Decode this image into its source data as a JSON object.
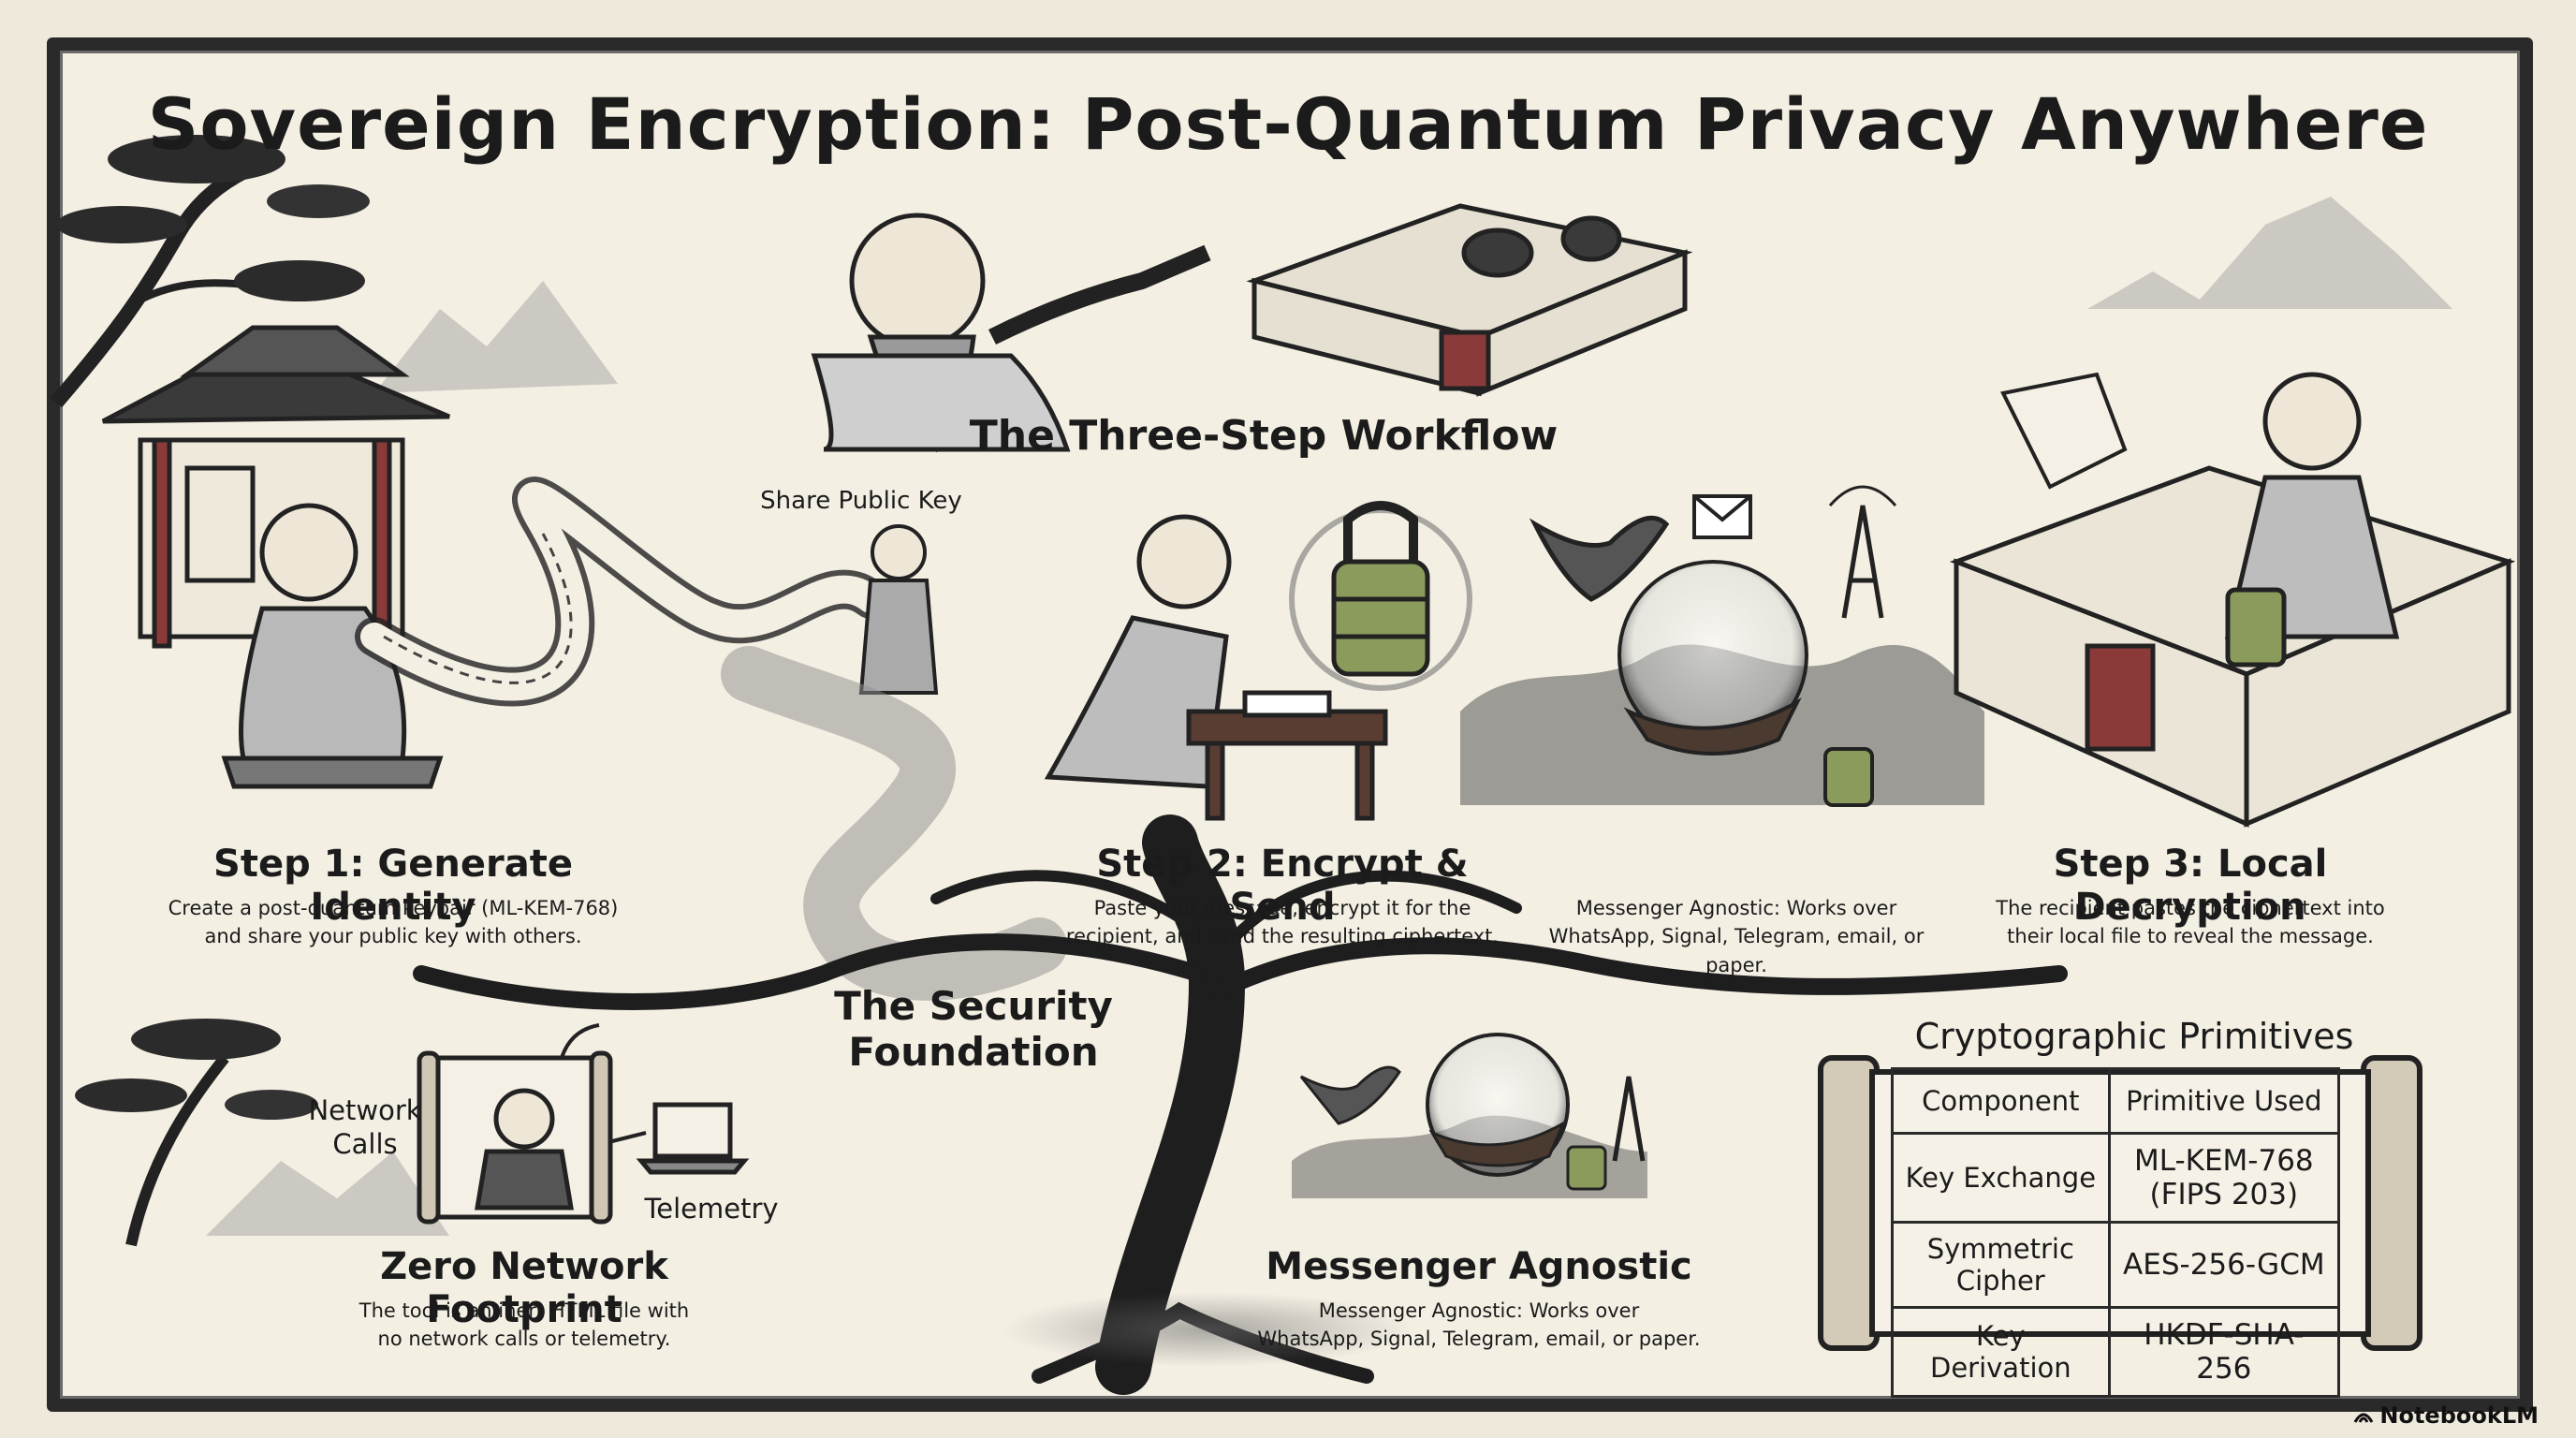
{
  "title": "Sovereign Encryption: Post-Quantum Privacy Anywhere",
  "workflow": {
    "heading": "The Three-Step Workflow",
    "share_label": "Share Public Key",
    "steps": [
      {
        "title": "Step 1: Generate Identity",
        "line1": "Create a post-quantum keypair (ML-KEM-768)",
        "line2": "and share your public key with others."
      },
      {
        "title": "Step 2: Encrypt & Send",
        "line1": "Paste your message, encrypt it for the",
        "line2": "recipient, and send the resulting ciphertext."
      },
      {
        "title": "Step 3: Local Decryption",
        "line1": "The recipient pastes the ciphertext into",
        "line2": "their local file to reveal the message."
      }
    ],
    "agnostic_note": {
      "line1": "Messenger Agnostic: Works over",
      "line2": "WhatsApp, Signal, Telegram, email, or paper."
    }
  },
  "foundation": {
    "heading": "The Security Foundation",
    "zero_network": {
      "network_label_1": "Network",
      "network_label_2": "Calls",
      "telemetry_label": "Telemetry",
      "title": "Zero Network Footprint",
      "line1": "The tool is an inert HTML file with",
      "line2": "no network calls or telemetry."
    },
    "messenger": {
      "title": "Messenger Agnostic",
      "line1": "Messenger Agnostic: Works over",
      "line2": "WhatsApp, Signal, Telegram, email, or paper."
    },
    "primitives": {
      "title": "Cryptographic Primitives",
      "headers": [
        "Component",
        "Primitive Used"
      ],
      "rows": [
        [
          "Key Exchange",
          "ML-KEM-768 (FIPS 203)"
        ],
        [
          "Symmetric Cipher",
          "AES-256-GCM"
        ],
        [
          "Key Derivation",
          "HKDF-SHA-256"
        ]
      ]
    }
  },
  "brand": "NotebookLM",
  "colors": {
    "paper": "#f4efe3",
    "ink": "#1b1b1b",
    "wash": "#8d8d8d",
    "accent_red": "#8b3a3a",
    "accent_green": "#7a8f55"
  }
}
